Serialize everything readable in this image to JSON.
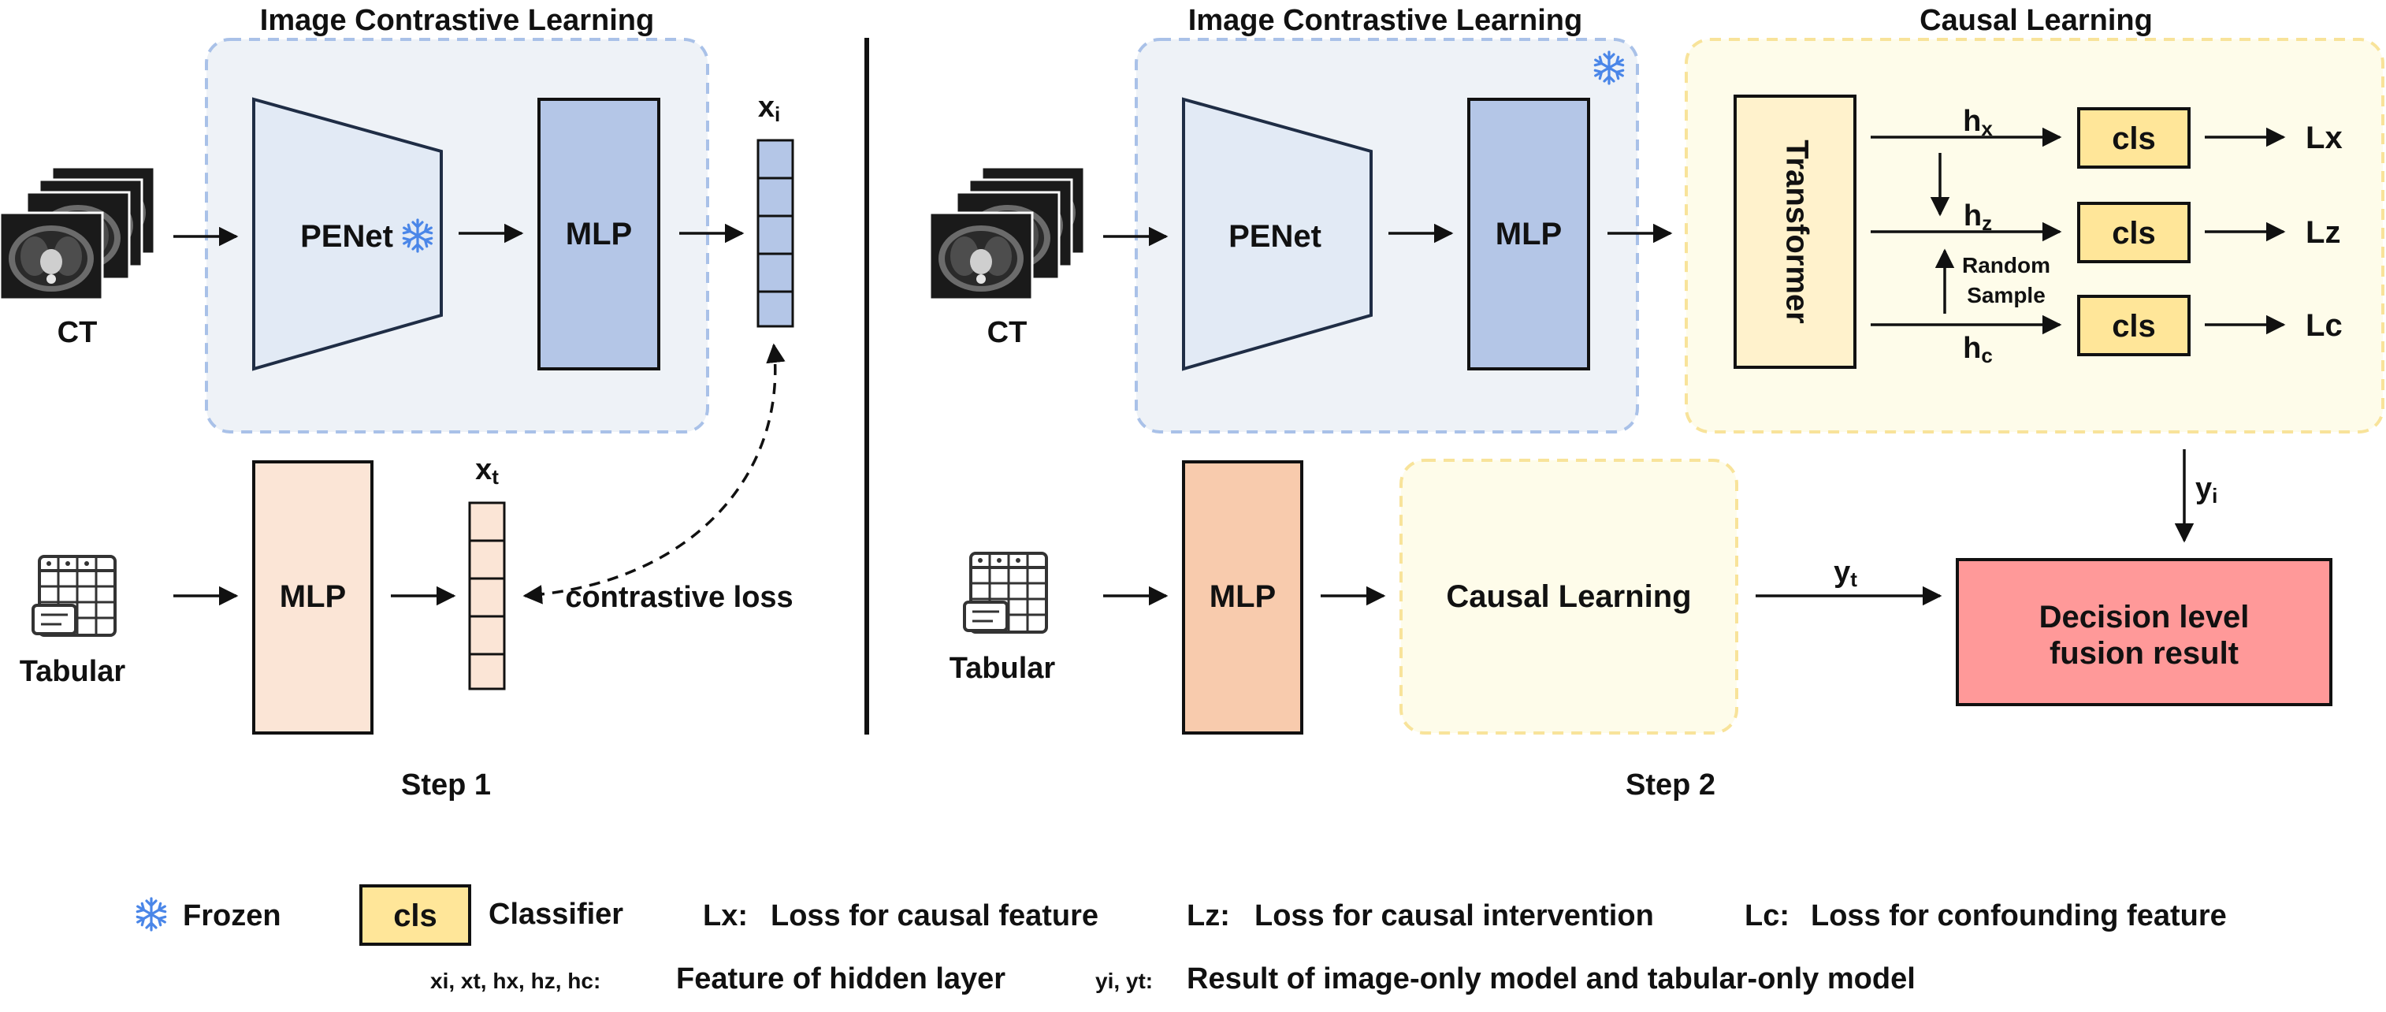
{
  "step1": {
    "title": "Image Contrastive Learning",
    "ct_label": "CT",
    "penet_label": "PENet",
    "mlp_image_label": "MLP",
    "xi_main": "x",
    "xi_sub": "i",
    "tabular_label": "Tabular",
    "mlp_tab_label": "MLP",
    "xt_main": "x",
    "xt_sub": "t",
    "contrastive_label": "contrastive loss",
    "step_label": "Step 1"
  },
  "step2": {
    "image_title": "Image Contrastive Learning",
    "causal_title": "Causal Learning",
    "ct_label": "CT",
    "penet_label": "PENet",
    "mlp_image_label": "MLP",
    "transformer_label": "Transformer",
    "hx_main": "h",
    "hx_sub": "x",
    "hz_main": "h",
    "hz_sub": "z",
    "hc_main": "h",
    "hc_sub": "c",
    "random_sample_line1": "Random",
    "random_sample_line2": "Sample",
    "cls_label": "cls",
    "lx_main": "L",
    "lx_sub": "x",
    "lz_main": "L",
    "lz_sub": "z",
    "lc_main": "L",
    "lc_sub": "c",
    "yi_main": "y",
    "yi_sub": "i",
    "tabular_label": "Tabular",
    "mlp_tab_label": "MLP",
    "causal_box_label": "Causal Learning",
    "yt_main": "y",
    "yt_sub": "t",
    "decision_line1": "Decision level",
    "decision_line2": "fusion result",
    "step_label": "Step 2"
  },
  "legend": {
    "frozen_label": "Frozen",
    "cls_label": "cls",
    "classifier_label": "Classifier",
    "lx_key": "Lx:",
    "lx_desc": "Loss for causal feature",
    "lz_key": "Lz:",
    "lz_desc": "Loss for causal intervention",
    "lc_key": "Lc:",
    "lc_desc": "Loss for confounding feature",
    "hidden_keys": "xi, xt, hx, hz, hc:",
    "hidden_desc": "Feature of hidden layer",
    "result_keys": "yi, yt:",
    "result_desc": "Result of image-only model and tabular-only model"
  },
  "colors": {
    "image_region_fill": "#eef2f7",
    "image_region_stroke": "#a9c1e8",
    "causal_region_fill": "#fefcea",
    "causal_region_stroke": "#f8e39a",
    "penet_fill": "#e2eaf5",
    "mlp_image_fill": "#b4c6e7",
    "mlp_tab_fill_step1": "#fbe5d6",
    "mlp_tab_fill_step2": "#f8cbad",
    "transformer_fill": "#fff2cc",
    "cls_fill": "#ffe699",
    "decision_fill": "#ff9999",
    "frozen_icon": "#4a86e8"
  }
}
